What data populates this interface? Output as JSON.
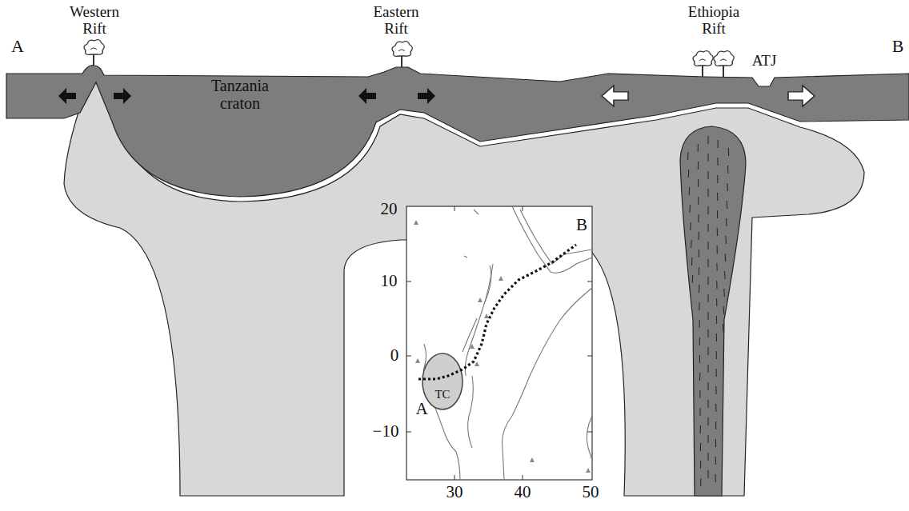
{
  "diagram": {
    "nodes": [
      {
        "text": [
          "Tanzania craton"
        ]
      },
      {
        "text": [
          "TC"
        ]
      }
    ],
    "labels": [
      "A",
      "Western Rift",
      "Eastern Rift",
      "Ethiopia Rift",
      "ATJ",
      "B",
      "20",
      "10",
      "0",
      "−10",
      "30",
      "40",
      "50",
      "B",
      "A"
    ]
  }
}
